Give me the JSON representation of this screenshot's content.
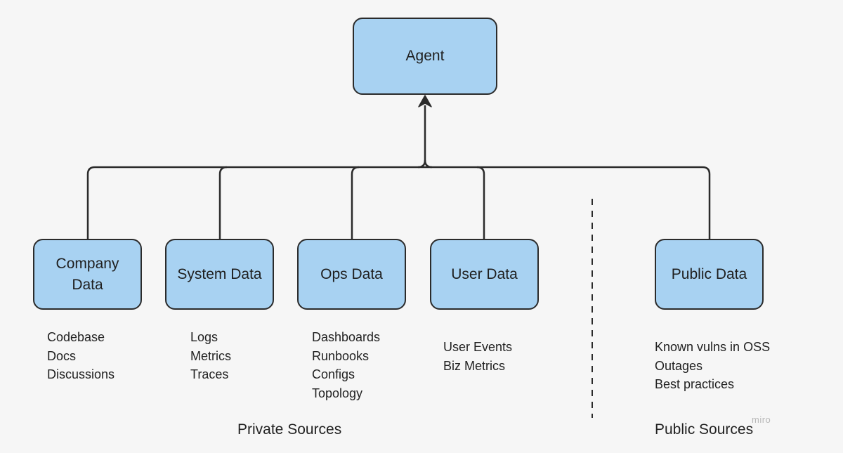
{
  "nodes": {
    "agent": "Agent",
    "company": "Company\nData",
    "system": "System Data",
    "ops": "Ops Data",
    "user": "User Data",
    "public": "Public Data"
  },
  "lists": {
    "company": [
      "Codebase",
      "Docs",
      "Discussions"
    ],
    "system": [
      "Logs",
      "Metrics",
      "Traces"
    ],
    "ops": [
      "Dashboards",
      "Runbooks",
      "Configs",
      "Topology"
    ],
    "user": [
      "User Events",
      "Biz Metrics"
    ],
    "public": [
      "Known vulns in OSS",
      "Outages",
      "Best practices"
    ]
  },
  "captions": {
    "private": "Private Sources",
    "public": "Public Sources"
  },
  "watermark": "miro",
  "colors": {
    "node_fill": "#a8d2f2",
    "stroke": "#2b2b2b",
    "background": "#f6f6f6"
  }
}
